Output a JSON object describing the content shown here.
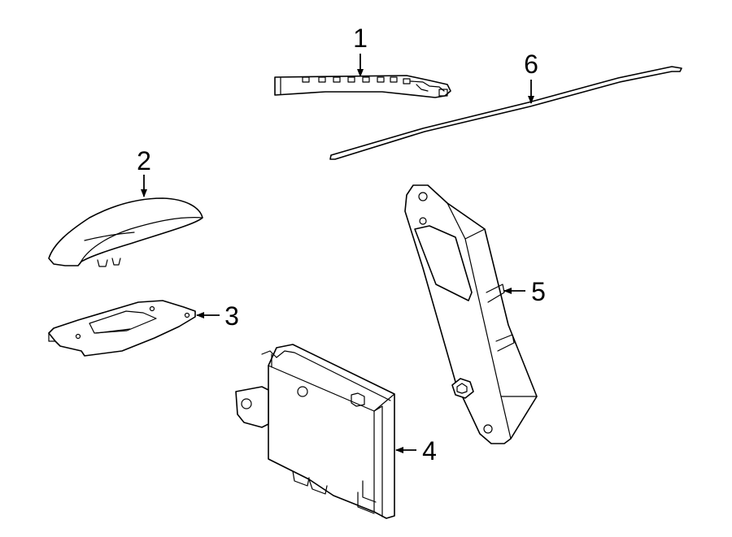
{
  "diagram": {
    "callouts": [
      {
        "id": "1",
        "label": "1"
      },
      {
        "id": "2",
        "label": "2"
      },
      {
        "id": "3",
        "label": "3"
      },
      {
        "id": "4",
        "label": "4"
      },
      {
        "id": "5",
        "label": "5"
      },
      {
        "id": "6",
        "label": "6"
      }
    ],
    "colors": {
      "line": "#000000",
      "background": "#ffffff",
      "fill": "#ffffff"
    }
  }
}
